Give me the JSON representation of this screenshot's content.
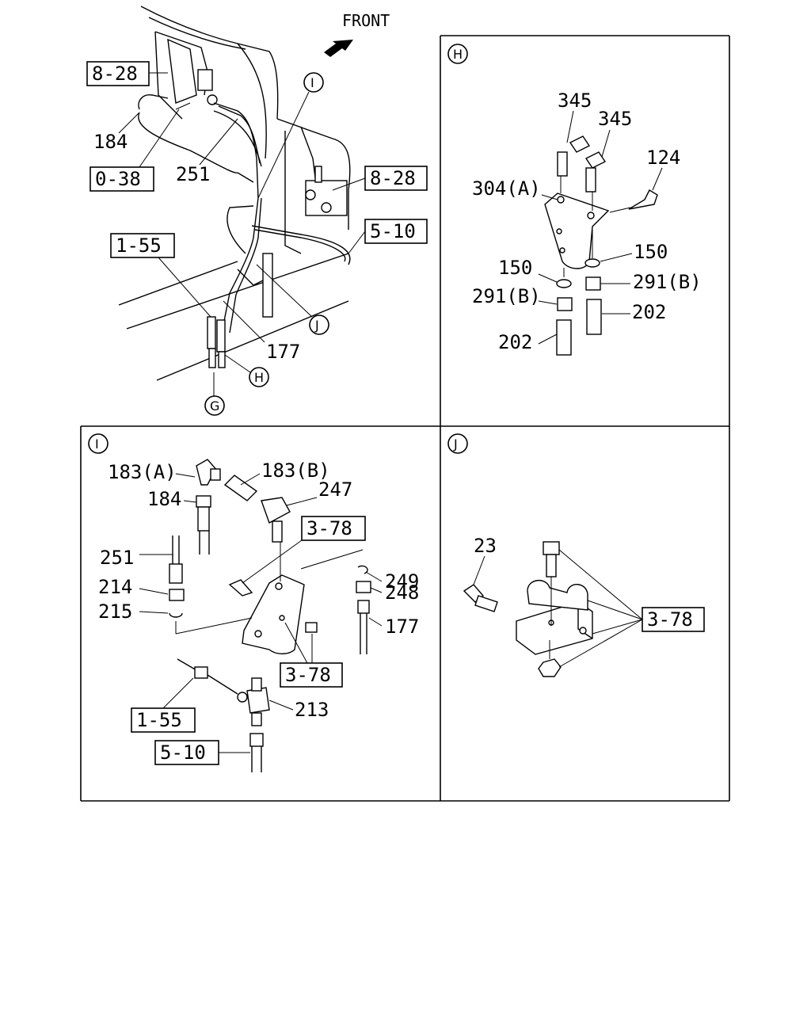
{
  "direction": {
    "label": "FRONT",
    "arrow_icon": "arrow-northeast-icon"
  },
  "overview": {
    "refs": {
      "r1": "8-28",
      "r2": "0-38",
      "r3": "8-28",
      "r4": "5-10",
      "r5": "1-55"
    },
    "parts": {
      "p184": "184",
      "p251": "251",
      "p177": "177"
    },
    "callouts": {
      "I": "I",
      "J": "J",
      "H": "H",
      "G": "G"
    }
  },
  "detail_h": {
    "id": "H",
    "parts": {
      "p345a": "345",
      "p345b": "345",
      "p124": "124",
      "p304a": "304(A)",
      "p150a": "150",
      "p150b": "150",
      "p291a": "291(B)",
      "p291b": "291(B)",
      "p202a": "202",
      "p202b": "202"
    }
  },
  "detail_i": {
    "id": "I",
    "parts": {
      "p183a": "183(A)",
      "p183b": "183(B)",
      "p184": "184",
      "p247": "247",
      "p251": "251",
      "p249": "249",
      "p214": "214",
      "p248": "248",
      "p215": "215",
      "p177": "177",
      "p213": "213"
    },
    "refs": {
      "r1": "3-78",
      "r2": "3-78",
      "r3": "1-55",
      "r4": "5-10"
    }
  },
  "detail_j": {
    "id": "J",
    "parts": {
      "p23": "23"
    },
    "refs": {
      "r1": "3-78"
    }
  }
}
